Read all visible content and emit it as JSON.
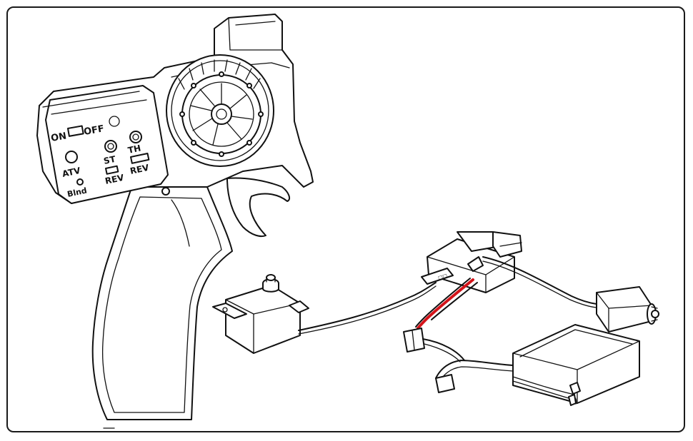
{
  "transmitter": {
    "power_on": "ON",
    "power_off": "OFF",
    "atv_label": "ATV",
    "blind_label": "Blnd",
    "st_label": "ST",
    "st_rev_label": "REV",
    "th_label": "TH",
    "th_rev_label": "REV"
  },
  "colors": {
    "outline": "#111111",
    "power_wire_red": "#d4141a",
    "background": "#ffffff"
  }
}
